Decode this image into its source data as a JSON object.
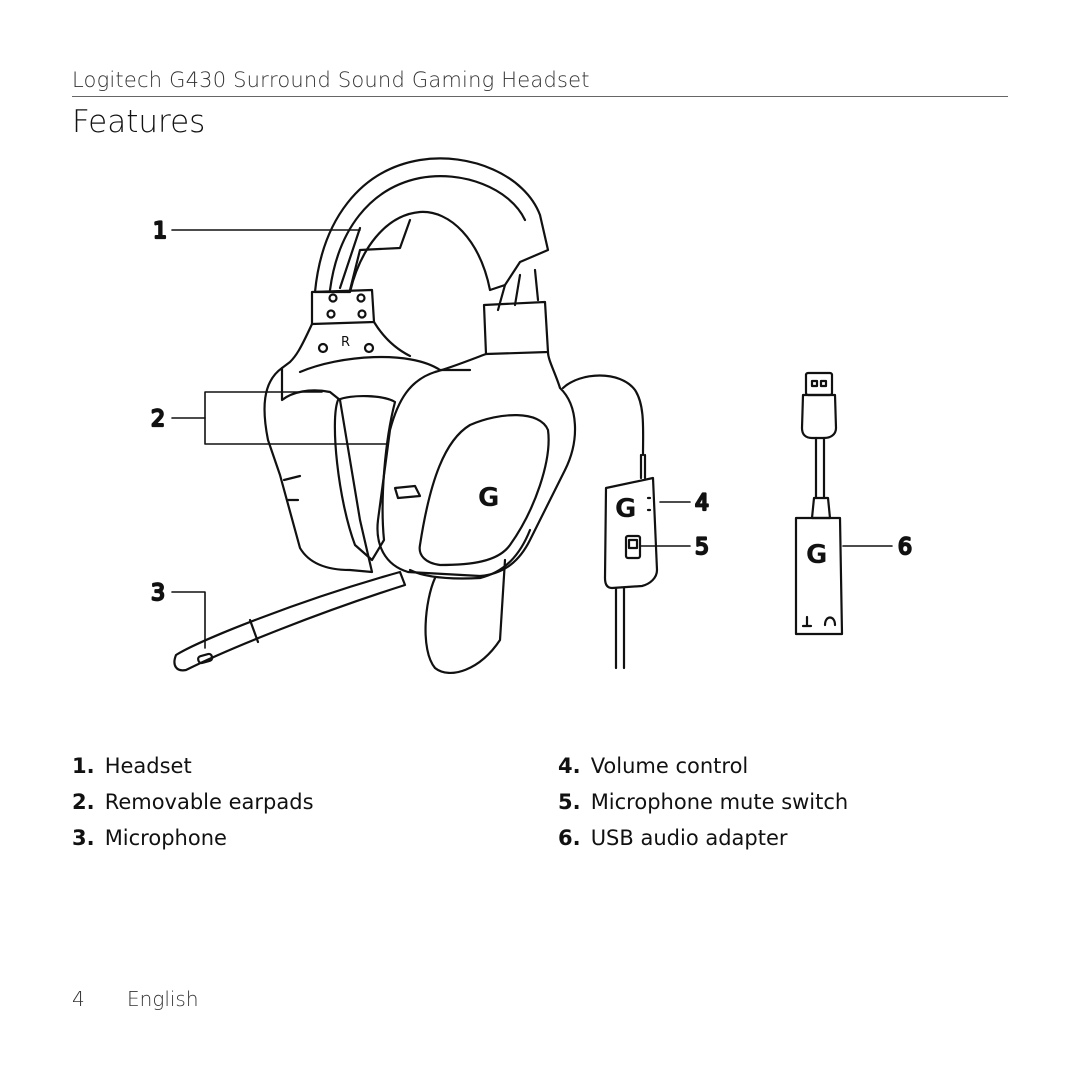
{
  "header": {
    "product_title": "Logitech G430 Surround Sound Gaming Headset"
  },
  "section": {
    "title": "Features"
  },
  "callouts": {
    "c1": "1",
    "c2": "2",
    "c3": "3",
    "c4": "4",
    "c5": "5",
    "c6": "6",
    "earcup_mark": "R"
  },
  "features": [
    {
      "num": "1.",
      "label": "Headset"
    },
    {
      "num": "2.",
      "label": "Removable earpads"
    },
    {
      "num": "3.",
      "label": "Microphone"
    },
    {
      "num": "4.",
      "label": "Volume control"
    },
    {
      "num": "5.",
      "label": "Microphone mute switch"
    },
    {
      "num": "6.",
      "label": "USB audio adapter"
    }
  ],
  "footer": {
    "page_number": "4",
    "language": "English"
  }
}
